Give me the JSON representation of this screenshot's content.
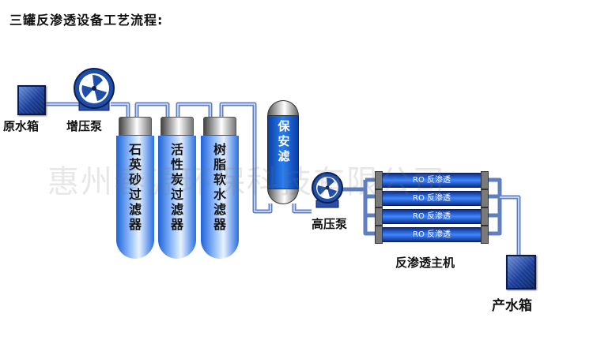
{
  "title": "三罐反渗透设备工艺流程:",
  "nodes": {
    "raw_tank": "原水箱",
    "booster_pump": "增压泵",
    "quartz_filter": [
      "石",
      "英",
      "砂",
      "过",
      "滤",
      "器"
    ],
    "carbon_filter": [
      "活",
      "性",
      "炭",
      "过",
      "滤",
      "器"
    ],
    "resin_filter": [
      "树",
      "脂",
      "软",
      "水",
      "滤",
      "器"
    ],
    "security_filter": [
      "保",
      "安",
      "滤"
    ],
    "high_pressure_pump": "高压泵",
    "ro_main": "反渗透主机",
    "product_tank": "产水箱"
  },
  "ro_membranes": [
    "RO 反渗透",
    "RO 反渗透",
    "RO 反渗透",
    "RO 反渗透"
  ],
  "watermark": "惠州春源环保科技有限公司",
  "colors": {
    "tank": "#1c3f9a",
    "pipe": "#6a86c0",
    "filter": "#2a6fe0"
  }
}
